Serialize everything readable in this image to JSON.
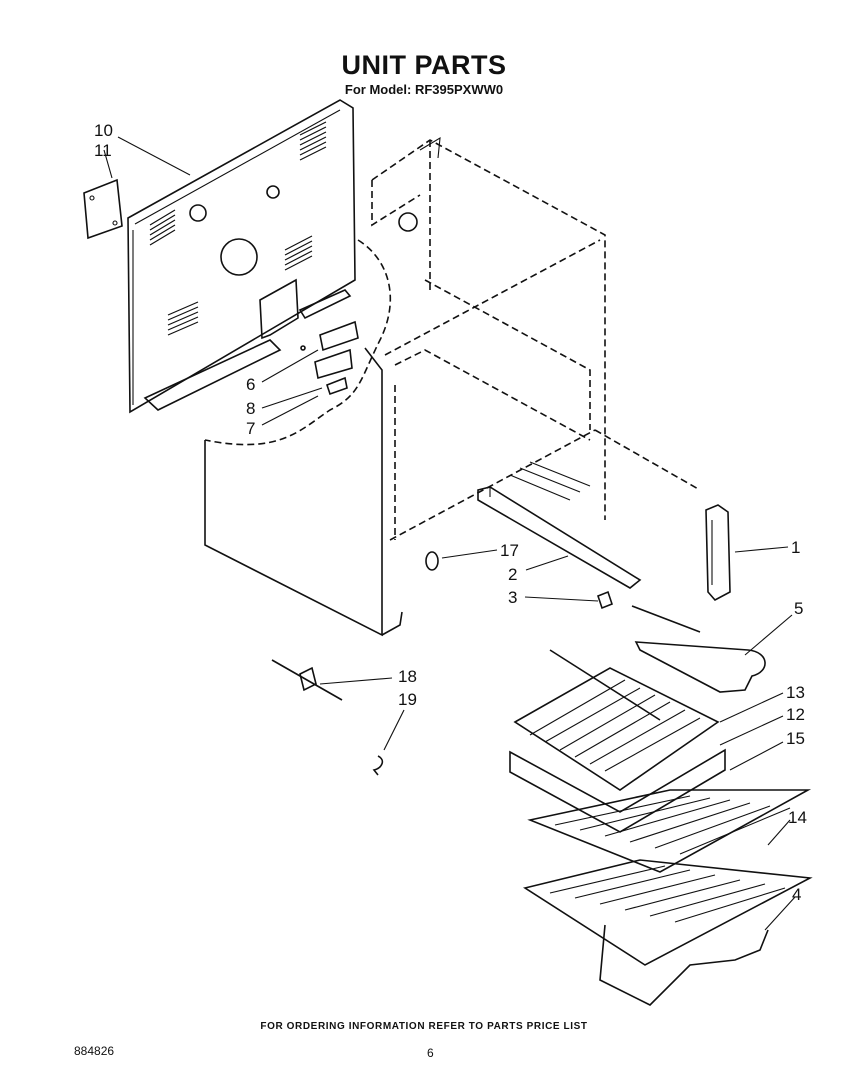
{
  "header": {
    "title": "UNIT PARTS",
    "subtitle": "For Model: RF395PXWW0"
  },
  "callouts": [
    "10",
    "11",
    "6",
    "8",
    "7",
    "17",
    "2",
    "3",
    "1",
    "5",
    "18",
    "19",
    "13",
    "12",
    "15",
    "14",
    "4"
  ],
  "footer": {
    "ordering_note": "FOR ORDERING INFORMATION REFER TO PARTS PRICE LIST",
    "doc_number": "884826",
    "page_number": "6"
  }
}
